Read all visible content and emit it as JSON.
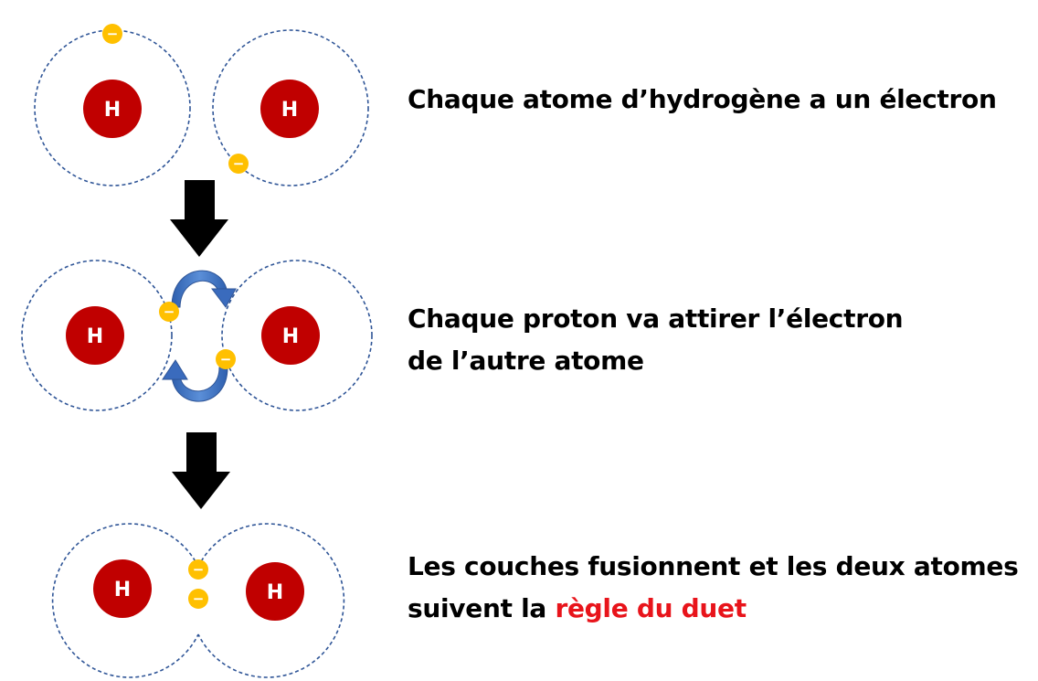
{
  "nucleus_label": "H",
  "electron_sign": "−",
  "captions": {
    "step1": "Chaque atome d’hydrogène a un électron",
    "step2_line1": "Chaque proton va attirer l’électron",
    "step2_line2": "de l’autre atome",
    "step3_line1": "Les couches fusionnent et les deux atomes",
    "step3_line2_prefix": "suivent la ",
    "step3_line2_highlight": "règle du duet"
  },
  "colors": {
    "nucleus": "#c00000",
    "electron": "#ffc000",
    "orbit": "#2f5597",
    "flow_arrow": "#000000",
    "attraction_arrow": "#4472c4",
    "highlight_text": "#e8141b"
  }
}
